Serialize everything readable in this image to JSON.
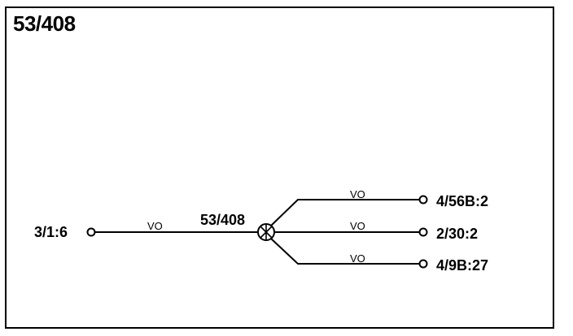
{
  "diagram": {
    "title": "53/408",
    "splice_label": "53/408",
    "source": {
      "label": "3/1:6",
      "wire": "VO"
    },
    "branches": [
      {
        "label": "4/56B:2",
        "wire": "VO"
      },
      {
        "label": "2/30:2",
        "wire": "VO"
      },
      {
        "label": "4/9B:27",
        "wire": "VO"
      }
    ]
  }
}
